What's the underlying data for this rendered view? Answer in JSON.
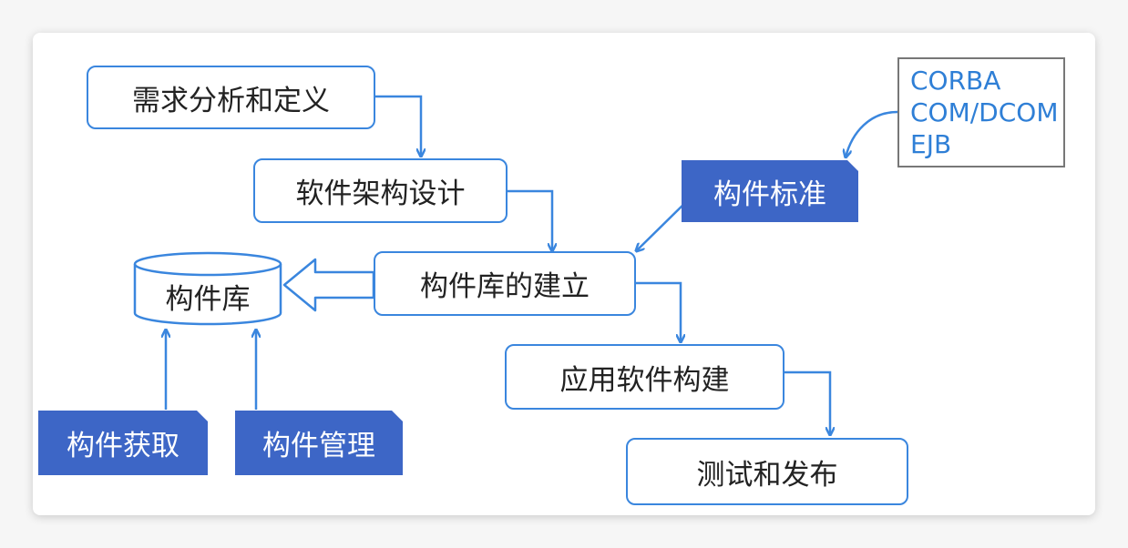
{
  "steps": {
    "requirements": "需求分析和定义",
    "architecture": "软件架构设计",
    "library_build": "构件库的建立",
    "app_build": "应用软件构建",
    "test_release": "测试和发布"
  },
  "library": {
    "label": "构件库"
  },
  "tags": {
    "acquire": "构件获取",
    "manage": "构件管理",
    "standard": "构件标准"
  },
  "standards": [
    "CORBA",
    "COM/DCOM",
    "EJB"
  ],
  "colors": {
    "line_blue": "#3a86de",
    "tag_blue": "#3d66c6",
    "text_blue": "#2f7fd6"
  }
}
